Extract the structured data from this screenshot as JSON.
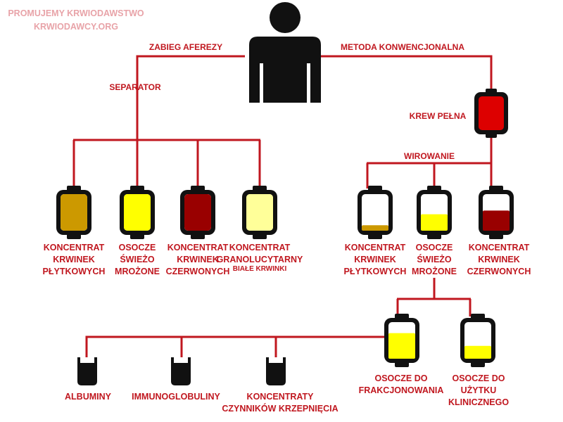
{
  "watermark": {
    "line1": "PROMUJEMY KRWIODAWSTWO",
    "line2": "KRWIODAWCY.ORG"
  },
  "branches": {
    "left": "ZABIEG AFEREZY",
    "right": "METODA KONWENCJONALNA",
    "separator": "SEPARATOR",
    "whole_blood": "KREW PEŁNA",
    "centrifuge": "WIROWANIE"
  },
  "apheresis_products": [
    {
      "lines": [
        "KONCENTRAT",
        "KRWINEK",
        "PŁYTKOWYCH"
      ],
      "color": "#cc9900",
      "fill": 1
    },
    {
      "lines": [
        "OSOCZE",
        "ŚWIEŻO",
        "MROŻONE"
      ],
      "color": "#ffff00",
      "fill": 1
    },
    {
      "lines": [
        "KONCENTRAT",
        "KRWINEK",
        "CZERWONYCH"
      ],
      "color": "#990000",
      "fill": 1
    },
    {
      "lines": [
        "KONCENTRAT",
        "GRANOLUCYTARNY"
      ],
      "sub": "BIAŁE KRWINKI",
      "color": "#ffff99",
      "fill": 1
    }
  ],
  "conventional_products": [
    {
      "lines": [
        "KONCENTRAT",
        "KRWINEK",
        "PŁYTKOWYCH"
      ],
      "color": "#cc9900",
      "fill": 0.15
    },
    {
      "lines": [
        "OSOCZE",
        "ŚWIEŻO",
        "MROŻONE"
      ],
      "color": "#ffff00",
      "fill": 0.45
    },
    {
      "lines": [
        "KONCENTRAT",
        "KRWINEK",
        "CZERWONYCH"
      ],
      "color": "#990000",
      "fill": 0.55
    }
  ],
  "plasma_uses": [
    {
      "lines": [
        "OSOCZE DO",
        "FRAKCJONOWANIA"
      ],
      "color": "#ffff00",
      "fill": 0.7
    },
    {
      "lines": [
        "OSOCZE DO",
        "UŻYTKU",
        "KLINICZNEGO"
      ],
      "color": "#ffff00",
      "fill": 0.35
    }
  ],
  "fractions": [
    {
      "lines": [
        "ALBUMINY"
      ]
    },
    {
      "lines": [
        "IMMUNOGLOBULINY"
      ]
    },
    {
      "lines": [
        "KONCENTRATY",
        "CZYNNIKÓW KRZEPNIĘCIA"
      ]
    }
  ],
  "colors": {
    "red": "#c0171f",
    "whole_blood": "#dd0000",
    "black": "#111111",
    "watermark": "#e8a3a8"
  }
}
